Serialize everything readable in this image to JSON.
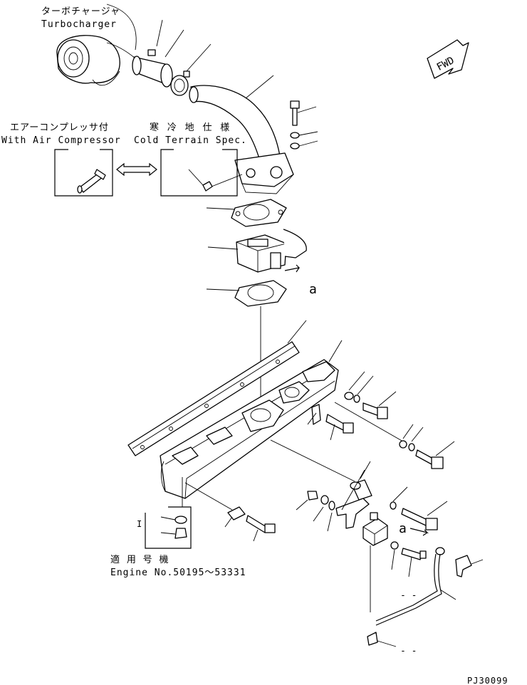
{
  "labels": {
    "turbocharger_jp": "ターボチャージャ",
    "turbocharger_en": "Turbocharger",
    "air_comp_jp": "エアーコンプレッサ付",
    "air_comp_en": "With Air Compressor",
    "cold_jp": "寒 冷 地 仕 様",
    "cold_en": "Cold Terrain Spec.",
    "fwd": "FWD",
    "view_a_upper": "a",
    "view_a_lower": "a",
    "engine_no_jp": "適 用 号 機",
    "engine_no_en": "Engine No.50195〜53331",
    "inset_mark": "I",
    "drawing_code": "PJ30099",
    "dash_mark_1": "- -",
    "dash_mark_2": "- -"
  }
}
